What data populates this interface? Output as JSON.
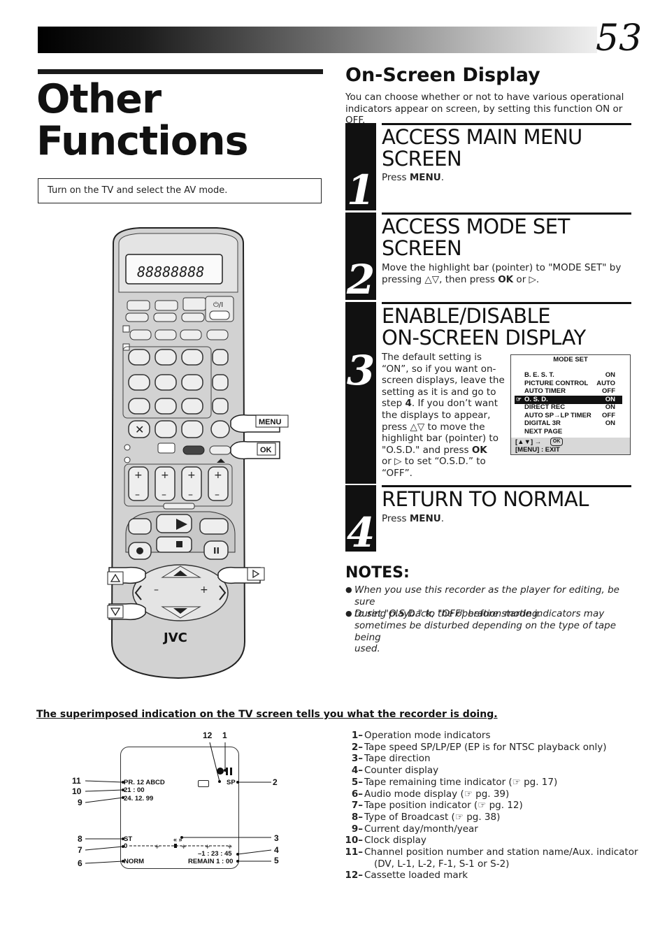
{
  "page_number": "53",
  "title": {
    "line1": "Other",
    "line2": "Functions"
  },
  "intro_box": "Turn on the TV and select the AV mode.",
  "remote": {
    "brand": "JVC",
    "menu_label": "MENU",
    "ok_label": "OK",
    "display_digits": "88888888"
  },
  "section": {
    "heading": "On-Screen Display",
    "intro": "You can choose whether or not to have various operational indicators appear on screen, by setting this function ON or OFF."
  },
  "steps": [
    {
      "num": "1",
      "title_l1": "ACCESS MAIN MENU",
      "title_l2": "SCREEN",
      "text_pre": "Press ",
      "text_bold": "MENU",
      "text_post": "."
    },
    {
      "num": "2",
      "title_l1": "ACCESS MODE SET",
      "title_l2": "SCREEN",
      "l1": "Move the highlight bar (pointer) to \"MODE SET\" by",
      "l2_pre": "pressing △▽, then press ",
      "l2_bold": "OK",
      "l2_post": " or ▷."
    },
    {
      "num": "3",
      "title_l1": "ENABLE/DISABLE",
      "title_l2": "ON-SCREEN DISPLAY",
      "lines": [
        "The default setting is",
        "“ON”, so if you want on-",
        "screen displays, leave the",
        "setting as it is and go to"
      ],
      "l5_pre": "step ",
      "l5_bold": "4",
      "l5_post": ". If you don’t want",
      "lines2": [
        "the displays to appear,",
        "press △▽ to move the",
        "highlight bar (pointer) to"
      ],
      "l9_pre": "\"O.S.D.\" and press ",
      "l9_bold": "OK",
      "l10": "or ▷ to set “O.S.D.” to",
      "l11": "“OFF”."
    },
    {
      "num": "4",
      "title_l1": "RETURN TO NORMAL",
      "text_pre": "Press ",
      "text_bold": "MENU",
      "text_post": "."
    }
  ],
  "mode_set": {
    "title": "MODE SET",
    "rows": [
      {
        "label": "B. E. S. T.",
        "value": "ON"
      },
      {
        "label": "PICTURE CONTROL",
        "value": "AUTO"
      },
      {
        "label": "AUTO TIMER",
        "value": "OFF"
      },
      {
        "label": "O. S. D.",
        "value": "ON"
      },
      {
        "label": "DIRECT REC",
        "value": "ON"
      },
      {
        "label": "AUTO SP→LP TIMER",
        "value": "OFF"
      },
      {
        "label": "DIGITAL 3R",
        "value": "ON"
      },
      {
        "label": "NEXT PAGE",
        "value": ""
      }
    ],
    "footer1": "[▲▼] →",
    "footer2": "[MENU] : EXIT"
  },
  "notes": {
    "title": "NOTES:",
    "items": [
      {
        "l1": "When you use this recorder as the player for editing, be sure",
        "l2": "to set \"O.S.D.\" to \"OFF\" before starting."
      },
      {
        "l1": "During playback, the operation mode indicators may",
        "l2": "sometimes be disturbed depending on the type of tape being",
        "l3": "used."
      }
    ]
  },
  "superimposed_caption": "The superimposed indication on the TV screen tells you what the recorder is doing.",
  "osd": {
    "channel": "PR.  12 ABCD",
    "clock": "21 : 00",
    "date": "24. 12. 99",
    "speed": "SP",
    "audio": "ST",
    "zero": "0",
    "counter": "–1 : 23 : 45",
    "broadcast": "NORM",
    "remain": "REMAIN 1 : 00"
  },
  "callouts": [
    "12",
    "1",
    "11",
    "10",
    "9",
    "2",
    "8",
    "7",
    "6",
    "3",
    "4",
    "5"
  ],
  "legend": [
    {
      "n": "1–",
      "t": "Operation mode indicators"
    },
    {
      "n": "2–",
      "t": "Tape speed SP/LP/EP (EP is for NTSC playback only)"
    },
    {
      "n": "3–",
      "t": "Tape direction"
    },
    {
      "n": "4–",
      "t": "Counter display"
    },
    {
      "n": "5–",
      "t": "Tape remaining time indicator (☞ pg. 17)"
    },
    {
      "n": "6–",
      "t": "Audio mode display (☞ pg. 39)"
    },
    {
      "n": "7–",
      "t": "Tape position indicator (☞ pg. 12)"
    },
    {
      "n": "8–",
      "t": "Type of Broadcast (☞ pg. 38)"
    },
    {
      "n": "9–",
      "t": "Current day/month/year"
    },
    {
      "n": "10–",
      "t": "Clock display"
    },
    {
      "n": "11–",
      "t": "Channel position number and station name/Aux. indicator",
      "t2": "(DV, L-1, L-2, F-1, S-1 or S-2)"
    },
    {
      "n": "12–",
      "t": "Cassette loaded mark"
    }
  ]
}
